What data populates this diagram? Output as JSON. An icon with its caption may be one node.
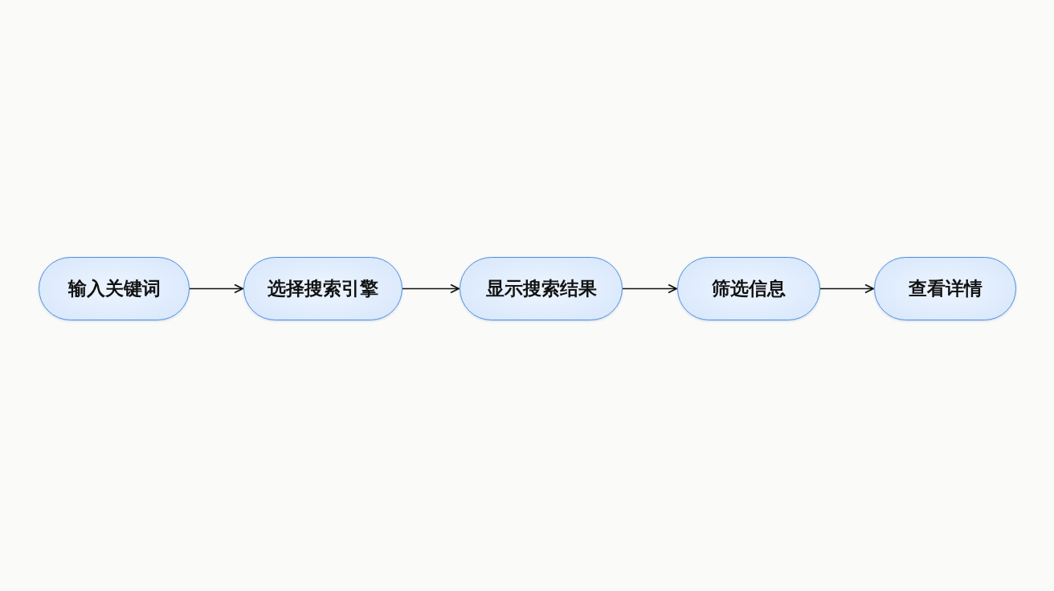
{
  "diagram": {
    "nodes": [
      {
        "text": [
          "输入关键词"
        ]
      },
      {
        "text": [
          "选择搜索引擎"
        ]
      },
      {
        "text": [
          "显示搜索结果"
        ]
      },
      {
        "text": [
          "筛选信息"
        ]
      },
      {
        "text": [
          "查看详情"
        ]
      }
    ],
    "edges": [
      {
        "from": 0,
        "to": 1,
        "arrow": "to"
      },
      {
        "from": 1,
        "to": 2,
        "arrow": "to"
      },
      {
        "from": 2,
        "to": 3,
        "arrow": "to"
      },
      {
        "from": 3,
        "to": 4,
        "arrow": "to"
      }
    ]
  }
}
